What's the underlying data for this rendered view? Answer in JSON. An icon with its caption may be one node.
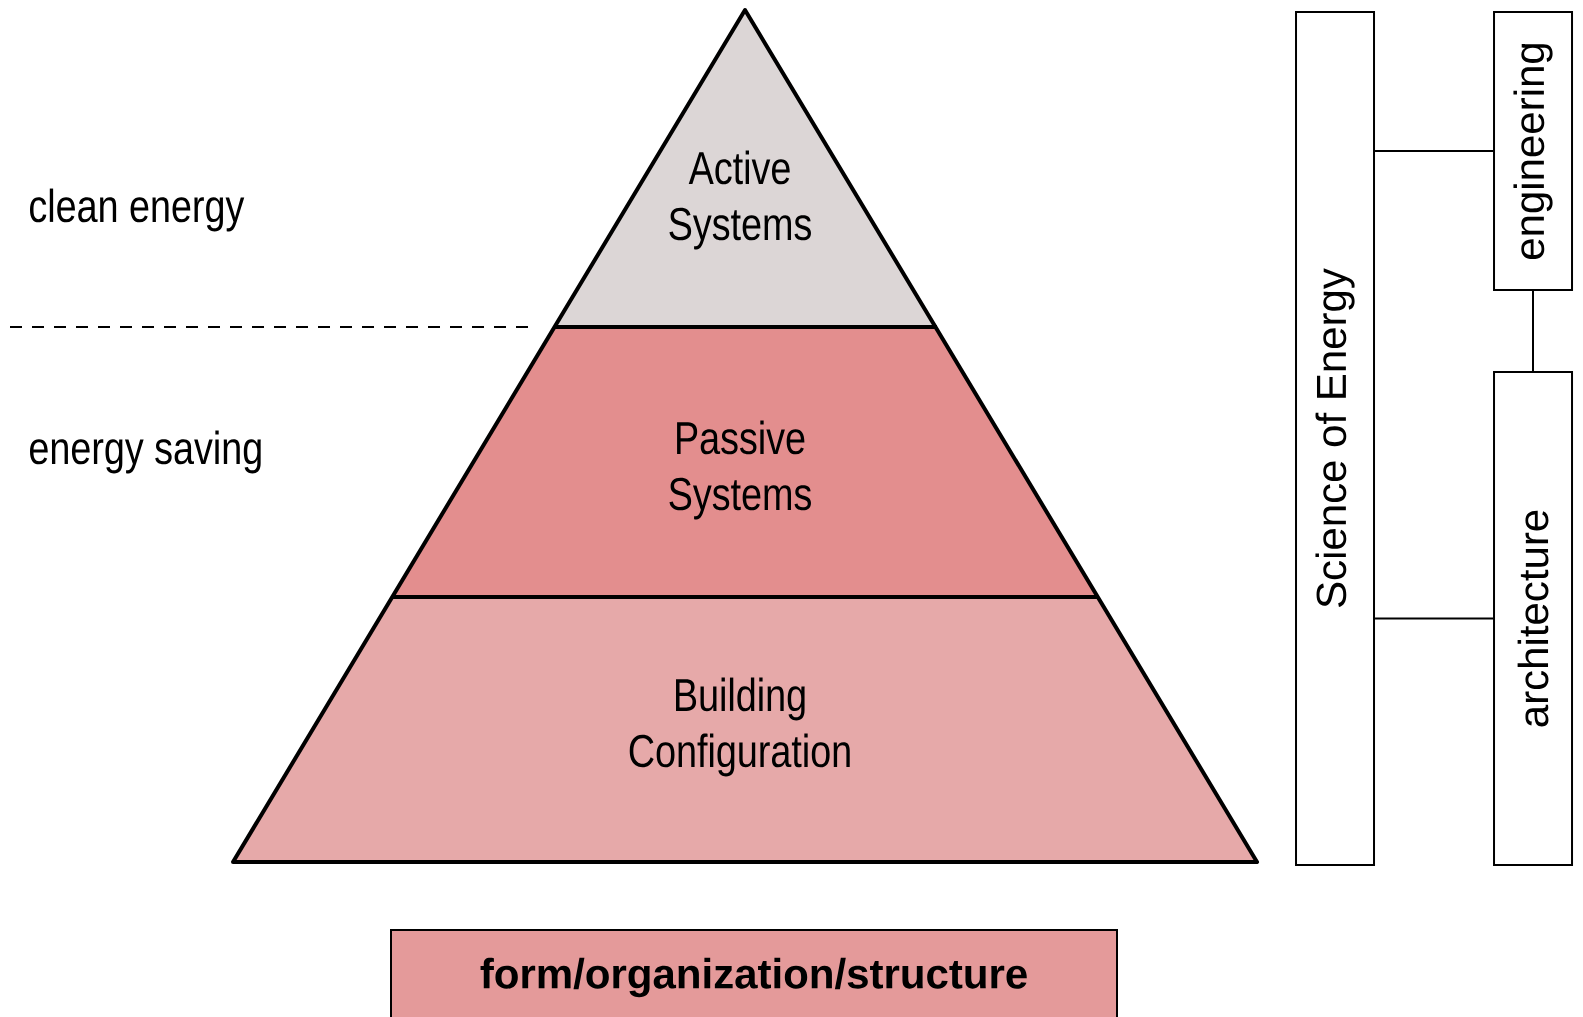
{
  "diagram": {
    "nodes": [
      {
        "text": [
          "Active Systems"
        ]
      },
      {
        "text": [
          "Passive Systems"
        ]
      },
      {
        "text": [
          "Building Configuration"
        ]
      },
      {
        "text": [
          "Science of Energy"
        ]
      },
      {
        "text": [
          "engineering"
        ]
      },
      {
        "text": [
          "architecture"
        ]
      },
      {
        "text": [
          "form/organization/structure"
        ]
      }
    ],
    "edges": [
      {
        "from": 3,
        "to": 4,
        "arrow": "none"
      },
      {
        "from": 3,
        "to": 5,
        "arrow": "none"
      },
      {
        "from": 4,
        "to": 5,
        "arrow": "none"
      }
    ],
    "labels": [
      "clean energy",
      "energy saving"
    ]
  }
}
